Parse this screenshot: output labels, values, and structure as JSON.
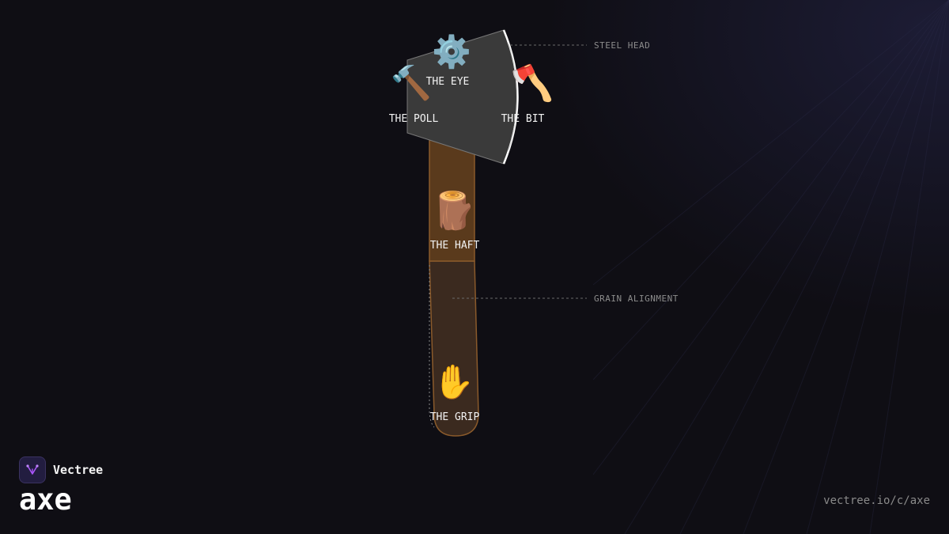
{
  "parts": {
    "eye": {
      "label": "THE EYE",
      "icon": "gear-icon",
      "glyph": "⚙️"
    },
    "poll": {
      "label": "THE POLL",
      "icon": "hammer-icon",
      "glyph": "🔨"
    },
    "bit": {
      "label": "THE BIT",
      "icon": "axe-icon",
      "glyph": "🪓"
    },
    "haft": {
      "label": "THE HAFT",
      "icon": "log-icon",
      "glyph": "🪵"
    },
    "grip": {
      "label": "THE GRIP",
      "icon": "hand-icon",
      "glyph": "✋"
    }
  },
  "callouts": {
    "steel_head": "STEEL HEAD",
    "grain_alignment": "GRAIN ALIGNMENT"
  },
  "colors": {
    "background": "#0f0e14",
    "head": "#3a3a3a",
    "haft": "#5a3a1c",
    "grip": "#3b2a1f",
    "wood_stroke": "#8a5a2b",
    "edge": "#ffffff",
    "brand_accent": "#a855f7"
  },
  "brand": {
    "name": "Vectree",
    "logo_icon": "vectree-logo-icon"
  },
  "title": "axe",
  "url": "vectree.io/c/axe"
}
